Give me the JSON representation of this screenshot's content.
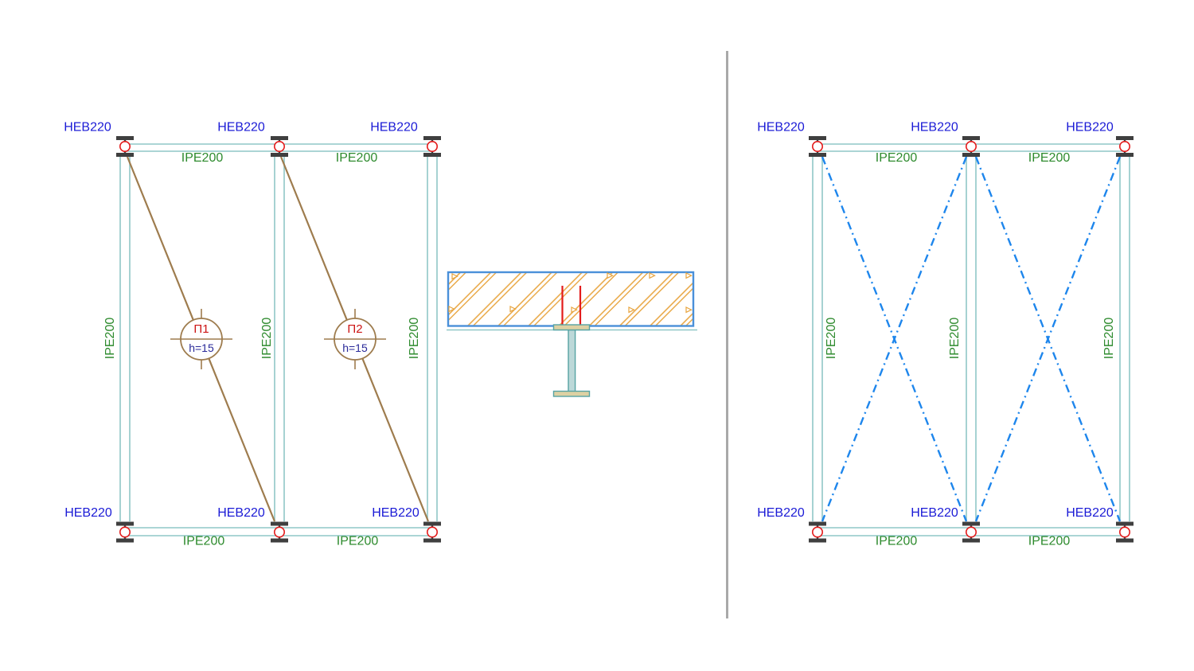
{
  "drawing_type": "structural-steel-cad-plan",
  "colors": {
    "background": "#ffffff",
    "column_label": "#1b1bd6",
    "beam_label": "#2e8b2e",
    "beam_line": "#8fc7c7",
    "column_symbol": "#3f3f3f",
    "node_circle": "#e31b1b",
    "brace_left": "#9e7c4e",
    "brace_right": "#1e86ec",
    "purlin_id_text": "#cc1414",
    "purlin_height_text": "#2a2a99",
    "slab_outline": "#4a90d9",
    "concrete_hatch": "#e8a43d",
    "steel_section_outline": "#56a3a3",
    "steel_flange_fill": "#ddd1a3",
    "steel_web_fill": "#bcd8d8",
    "shear_stud": "#e31b1b",
    "divider": "#a9a9a9"
  },
  "left_plan": {
    "top_column_labels": [
      "HEB220",
      "HEB220",
      "HEB220"
    ],
    "top_beam_labels": [
      "IPE200",
      "IPE200"
    ],
    "bottom_column_labels": [
      "HEB220",
      "HEB220",
      "HEB220"
    ],
    "bottom_beam_labels": [
      "IPE200",
      "IPE200"
    ],
    "vertical_beam_labels": [
      "IPE200",
      "IPE200",
      "IPE200"
    ],
    "purlins": [
      {
        "id": "Π1",
        "height": "h=15"
      },
      {
        "id": "Π2",
        "height": "h=15"
      }
    ]
  },
  "right_plan": {
    "top_column_labels": [
      "HEB220",
      "HEB220",
      "HEB220"
    ],
    "top_beam_labels": [
      "IPE200",
      "IPE200"
    ],
    "bottom_column_labels": [
      "HEB220",
      "HEB220",
      "HEB220"
    ],
    "bottom_beam_labels": [
      "IPE200",
      "IPE200"
    ],
    "vertical_beam_labels": [
      "IPE200",
      "IPE200",
      "IPE200"
    ]
  }
}
